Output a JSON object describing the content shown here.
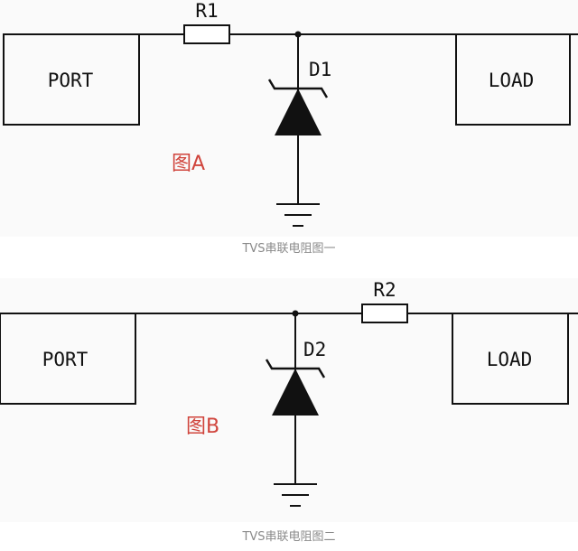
{
  "figure_a": {
    "port_label": "PORT",
    "load_label": "LOAD",
    "resistor_label": "R1",
    "diode_label": "D1",
    "figure_name": "图A",
    "caption": "TVS串联电阻图一"
  },
  "figure_b": {
    "port_label": "PORT",
    "load_label": "LOAD",
    "resistor_label": "R2",
    "diode_label": "D2",
    "figure_name": "图B",
    "caption": "TVS串联电阻图二"
  },
  "colors": {
    "wire": "#111111",
    "figure_name": "#d0443c",
    "caption": "#8a8a8a"
  }
}
